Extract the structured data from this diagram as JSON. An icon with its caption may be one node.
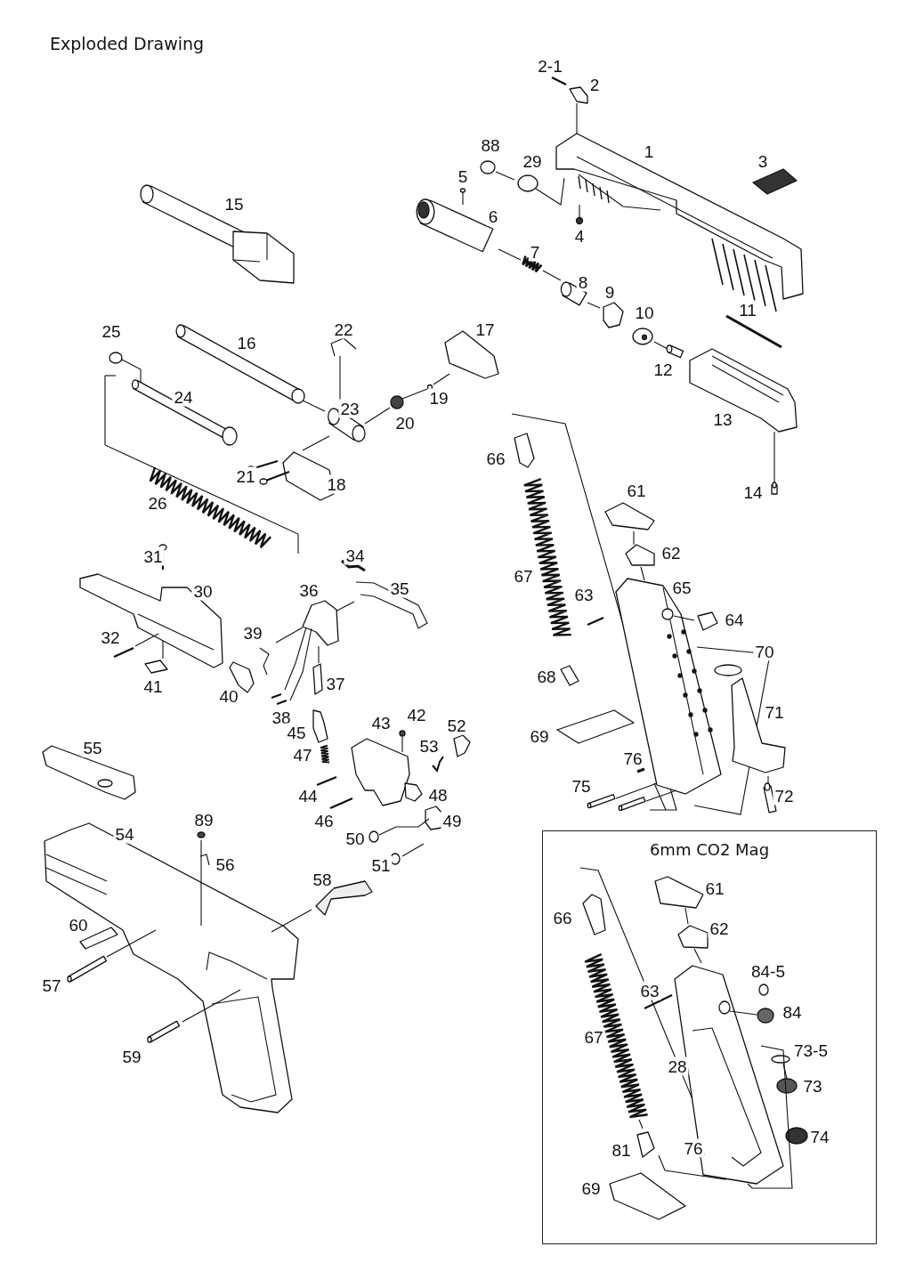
{
  "diagram": {
    "title": "Exploded Drawing",
    "nodes": [
      {
        "text": [
          "6mm CO2 Mag"
        ]
      }
    ],
    "edges": [],
    "labels": [
      "2-1",
      "2",
      "88",
      "29",
      "1",
      "3",
      "5",
      "15",
      "6",
      "4",
      "7",
      "8",
      "9",
      "10",
      "11",
      "22",
      "25",
      "17",
      "16",
      "12",
      "24",
      "19",
      "23",
      "20",
      "13",
      "66",
      "21",
      "18",
      "14",
      "61",
      "26",
      "62",
      "34",
      "31",
      "35",
      "36",
      "30",
      "67",
      "65",
      "63",
      "64",
      "32",
      "39",
      "70",
      "37",
      "41",
      "40",
      "68",
      "38",
      "42",
      "43",
      "52",
      "71",
      "45",
      "53",
      "69",
      "55",
      "47",
      "76",
      "75",
      "44",
      "48",
      "72",
      "46",
      "49",
      "89",
      "50",
      "54",
      "56",
      "51",
      "58",
      "60",
      "57",
      "59",
      "61",
      "66",
      "62",
      "84-5",
      "63",
      "84",
      "67",
      "73-5",
      "28",
      "73",
      "74",
      "81",
      "76",
      "69"
    ]
  }
}
